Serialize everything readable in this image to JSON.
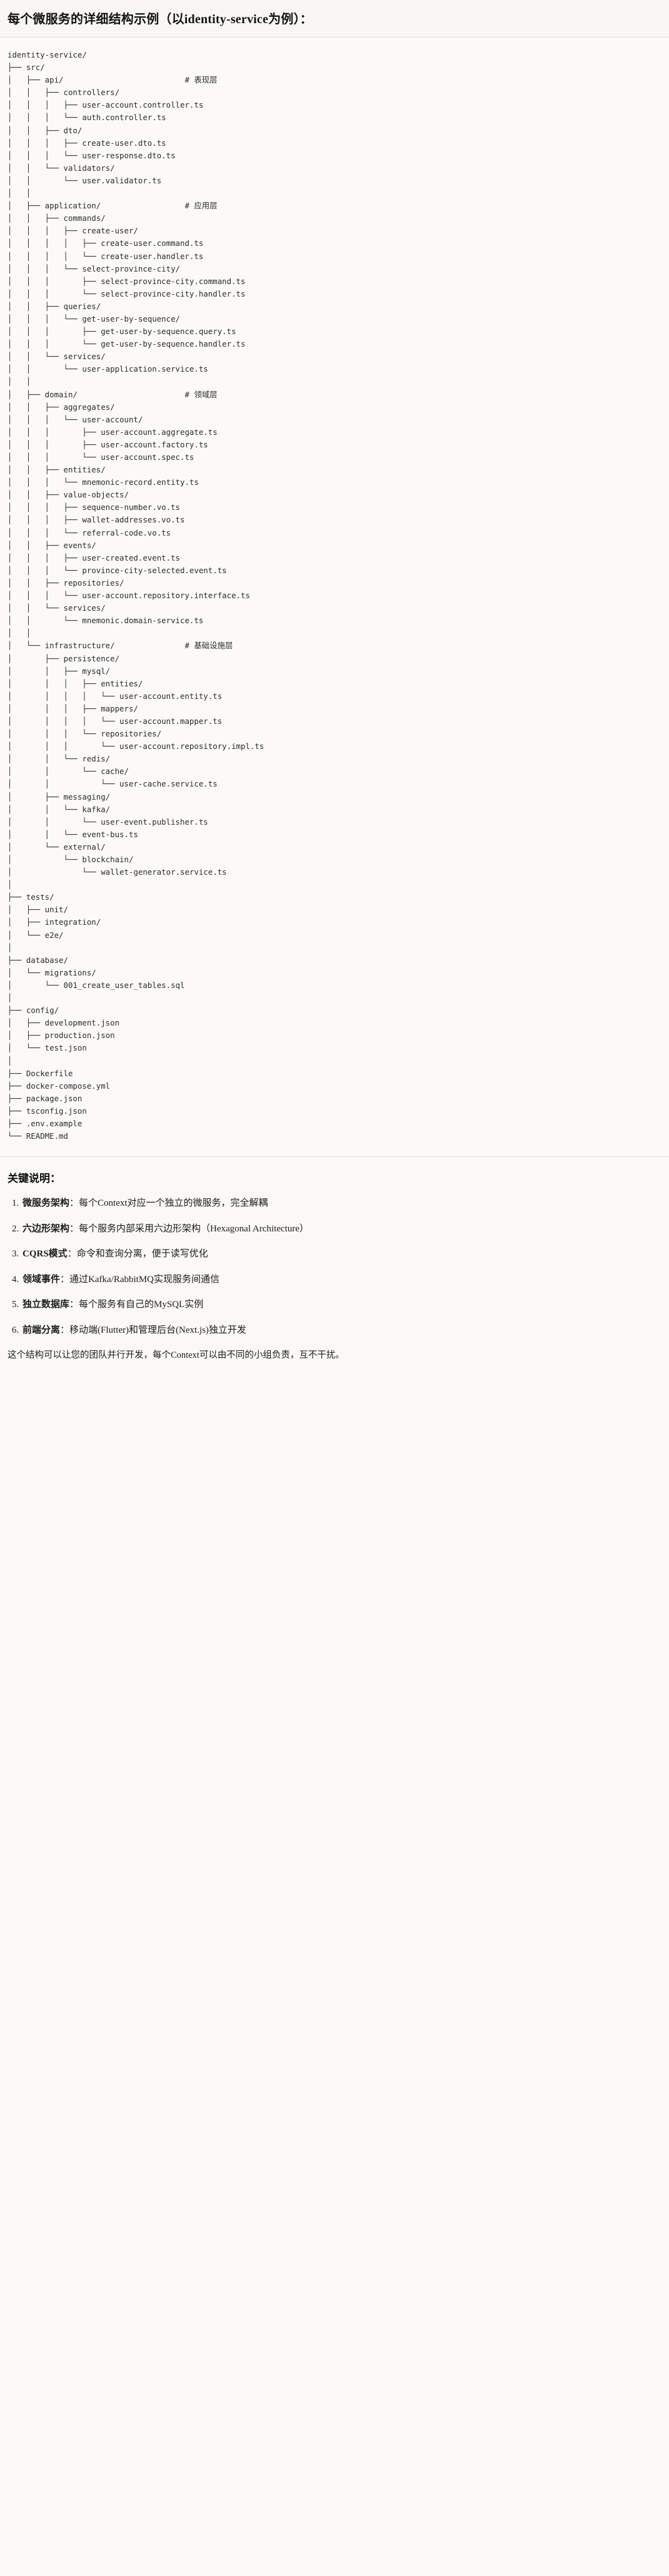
{
  "header": {
    "title": "每个微服务的详细结构示例（以identity-service为例）："
  },
  "tree": {
    "root_label": "identity-service/",
    "text": "identity-service/\n├── src/\n│   ├── api/                          # 表现层\n│   │   ├── controllers/\n│   │   │   ├── user-account.controller.ts\n│   │   │   └── auth.controller.ts\n│   │   ├── dto/\n│   │   │   ├── create-user.dto.ts\n│   │   │   └── user-response.dto.ts\n│   │   └── validators/\n│   │       └── user.validator.ts\n│   │\n│   ├── application/                  # 应用层\n│   │   ├── commands/\n│   │   │   ├── create-user/\n│   │   │   │   ├── create-user.command.ts\n│   │   │   │   └── create-user.handler.ts\n│   │   │   └── select-province-city/\n│   │   │       ├── select-province-city.command.ts\n│   │   │       └── select-province-city.handler.ts\n│   │   ├── queries/\n│   │   │   └── get-user-by-sequence/\n│   │   │       ├── get-user-by-sequence.query.ts\n│   │   │       └── get-user-by-sequence.handler.ts\n│   │   └── services/\n│   │       └── user-application.service.ts\n│   │\n│   ├── domain/                       # 领域层\n│   │   ├── aggregates/\n│   │   │   └── user-account/\n│   │   │       ├── user-account.aggregate.ts\n│   │   │       ├── user-account.factory.ts\n│   │   │       └── user-account.spec.ts\n│   │   ├── entities/\n│   │   │   └── mnemonic-record.entity.ts\n│   │   ├── value-objects/\n│   │   │   ├── sequence-number.vo.ts\n│   │   │   ├── wallet-addresses.vo.ts\n│   │   │   └── referral-code.vo.ts\n│   │   ├── events/\n│   │   │   ├── user-created.event.ts\n│   │   │   └── province-city-selected.event.ts\n│   │   ├── repositories/\n│   │   │   └── user-account.repository.interface.ts\n│   │   └── services/\n│   │       └── mnemonic.domain-service.ts\n│   │\n│   └── infrastructure/               # 基础设施层\n│       ├── persistence/\n│       │   ├── mysql/\n│       │   │   ├── entities/\n│       │   │   │   └── user-account.entity.ts\n│       │   │   ├── mappers/\n│       │   │   │   └── user-account.mapper.ts\n│       │   │   └── repositories/\n│       │   │       └── user-account.repository.impl.ts\n│       │   └── redis/\n│       │       └── cache/\n│       │           └── user-cache.service.ts\n│       ├── messaging/\n│       │   └── kafka/\n│       │       └── user-event.publisher.ts\n│       │   └── event-bus.ts\n│       └── external/\n│           └── blockchain/\n│               └── wallet-generator.service.ts\n│\n├── tests/\n│   ├── unit/\n│   ├── integration/\n│   └── e2e/\n│\n├── database/\n│   └── migrations/\n│       └── 001_create_user_tables.sql\n│\n├── config/\n│   ├── development.json\n│   ├── production.json\n│   └── test.json\n│\n├── Dockerfile\n├── docker-compose.yml\n├── package.json\n├── tsconfig.json\n├── .env.example\n└── README.md",
    "layer_comments": [
      {
        "path": "api/",
        "comment": "# 表现层"
      },
      {
        "path": "application/",
        "comment": "# 应用层"
      },
      {
        "path": "domain/",
        "comment": "# 领域层"
      },
      {
        "path": "infrastructure/",
        "comment": "# 基础设施层"
      }
    ]
  },
  "notes": {
    "heading": "关键说明：",
    "items": [
      {
        "key": "微服务架构",
        "sep": "：",
        "value": "每个Context对应一个独立的微服务，完全解耦"
      },
      {
        "key": "六边形架构",
        "sep": "：",
        "value": "每个服务内部采用六边形架构（Hexagonal Architecture）"
      },
      {
        "key": "CQRS模式",
        "sep": "：",
        "value": "命令和查询分离，便于读写优化"
      },
      {
        "key": "领域事件",
        "sep": "：",
        "value": "通过Kafka/RabbitMQ实现服务间通信"
      },
      {
        "key": "独立数据库",
        "sep": "：",
        "value": "每个服务有自己的MySQL实例"
      },
      {
        "key": "前端分离",
        "sep": "：",
        "value": "移动端(Flutter)和管理后台(Next.js)独立开发"
      }
    ],
    "closing": "这个结构可以让您的团队并行开发，每个Context可以由不同的小组负责，互不干扰。"
  }
}
